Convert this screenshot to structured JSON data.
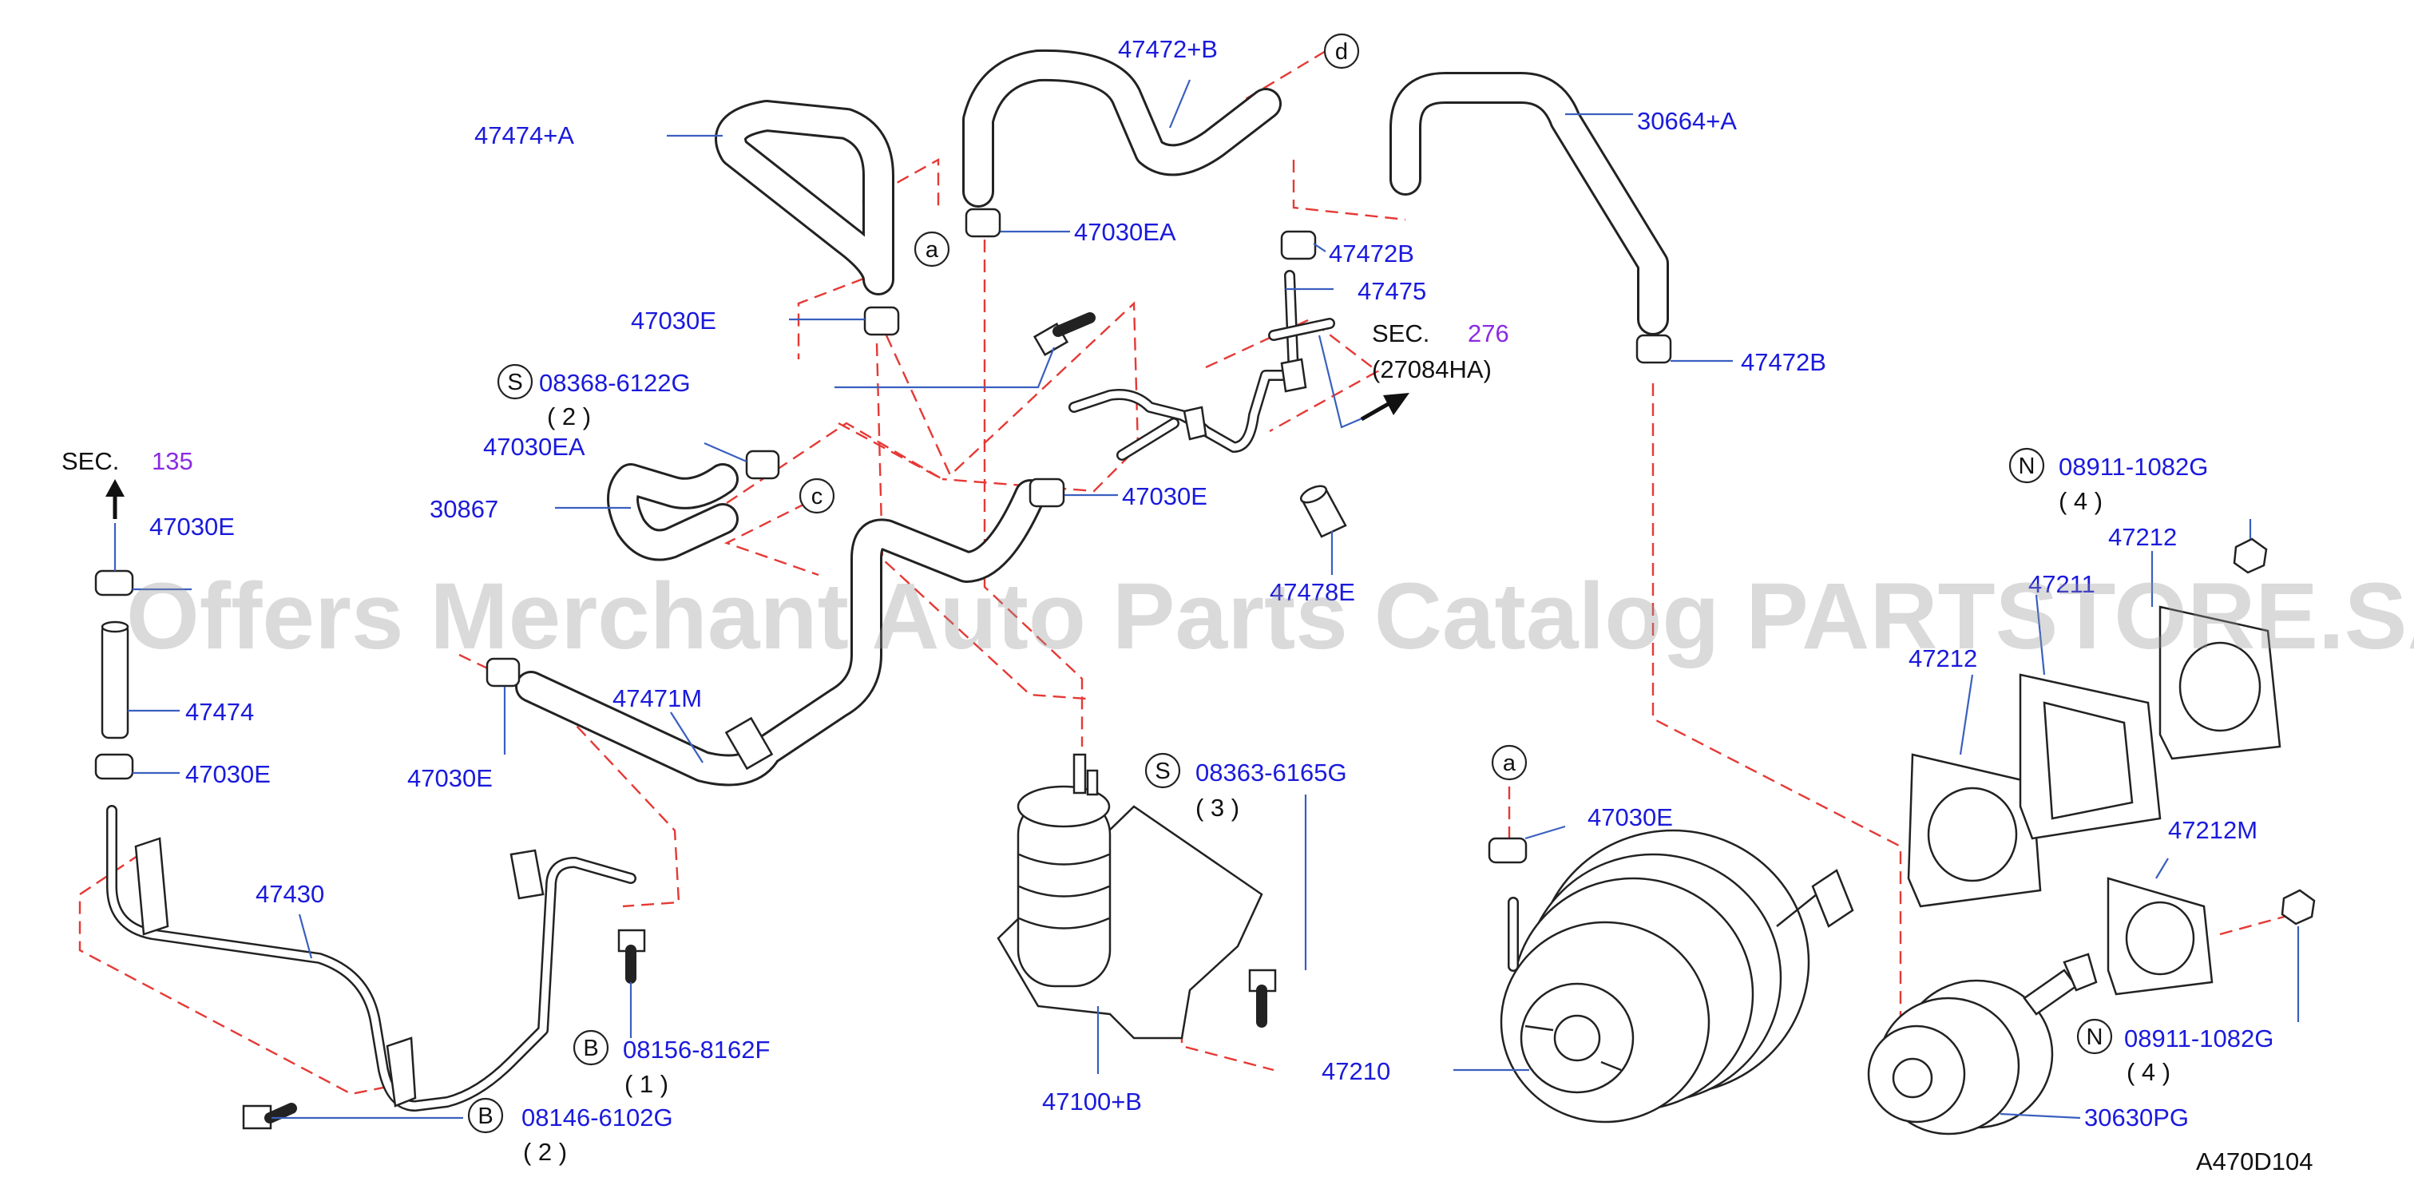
{
  "diagram_code": "A470D104",
  "watermark": "Offers Merchant Auto Parts Catalog PARTSTORE.SA",
  "labels": {
    "p47474A": "47474+A",
    "p47472B_plus": "47472+B",
    "p30664A": "30664+A",
    "p47030EA_top": "47030EA",
    "p47472B_a": "47472B",
    "p47475": "47475",
    "p47030E_top": "47030E",
    "p08368": "08368-6122G",
    "q08368": "( 2 )",
    "p47030EA_mid": "47030EA",
    "p30867": "30867",
    "p47030E_mid": "47030E",
    "p47472B_b": "47472B",
    "p4747xE": "47478E",
    "p47030E_left1": "47030E",
    "p47474": "47474",
    "p47030E_left2": "47030E",
    "p47471M": "47471M",
    "p47030E_hose": "47030E",
    "p47430": "47430",
    "p08156": "08156-8162F",
    "q08156": "( 1 )",
    "p08146": "08146-6102G",
    "q08146": "( 2 )",
    "p08363": "08363-6165G",
    "q08363": "( 3 )",
    "p47100B": "47100+B",
    "p47030E_boost": "47030E",
    "p47210": "47210",
    "p08911_top": "08911-1082G",
    "q08911_top": "( 4 )",
    "p47212_top": "47212",
    "p47211": "47211",
    "p47212_left": "47212",
    "p47212M": "47212M",
    "p08911_bot": "08911-1082G",
    "q08911_bot": "( 4 )",
    "p30630PG": "30630PG"
  },
  "sections": {
    "sec_left_word": "SEC.",
    "sec_left_num": "135",
    "sec_right_word": "SEC.",
    "sec_right_num": "276",
    "sec_right_ref": "(27084HA)"
  },
  "symbols": {
    "s1": "S",
    "s2": "S",
    "b1": "B",
    "b2": "B",
    "n1": "N",
    "n2": "N"
  },
  "refs": {
    "a1": "a",
    "a2": "a",
    "c": "c",
    "d": "d"
  }
}
